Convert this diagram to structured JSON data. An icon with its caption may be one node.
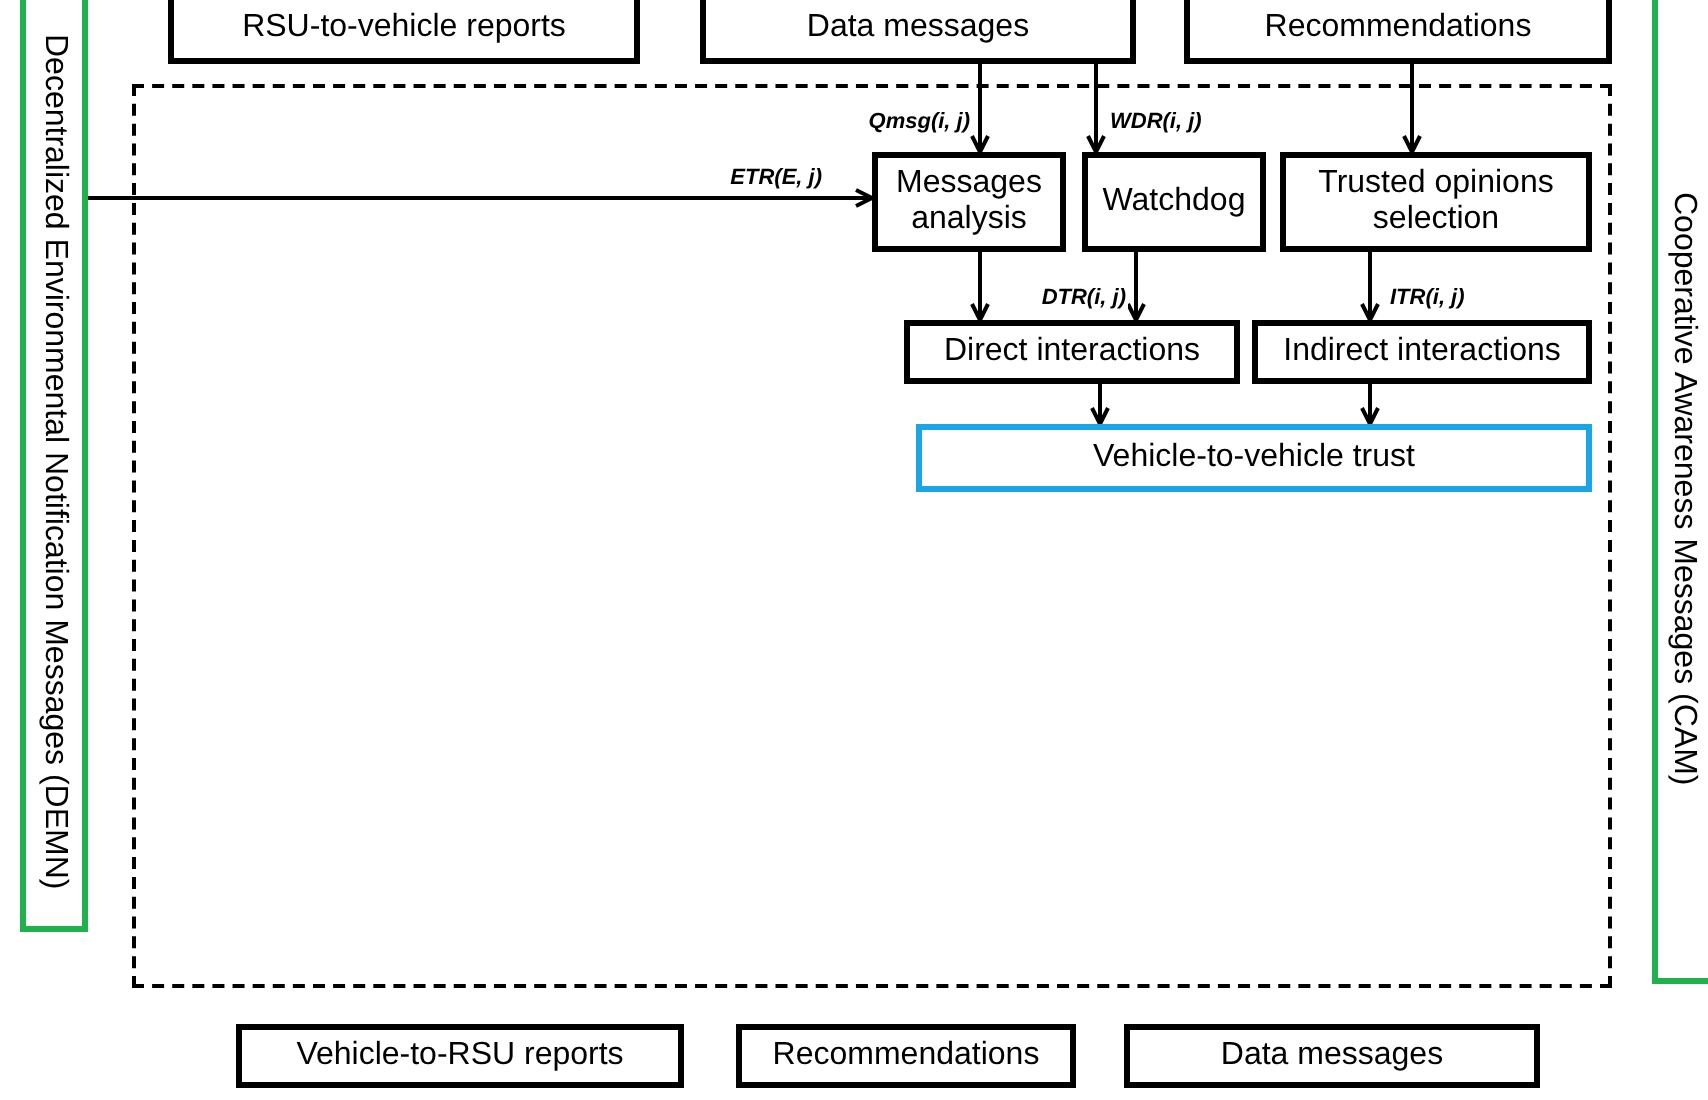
{
  "diagram": {
    "nodes": [
      {
        "text": [
          "Decentralized Environmental Notification Messages (DEMN)"
        ]
      },
      {
        "text": [
          "Cooperative Awareness Messages (CAM)"
        ]
      },
      {
        "text": [
          "RSU-to-vehicle reports"
        ]
      },
      {
        "text": [
          "Data messages"
        ]
      },
      {
        "text": [
          "Recommendations"
        ]
      },
      {
        "text": [],
        "shape": "box"
      },
      {
        "text": [
          "Messages analysis"
        ],
        "in": 5
      },
      {
        "text": [
          "Watchdog"
        ],
        "in": 5
      },
      {
        "text": [
          "Trusted opinions selection"
        ],
        "in": 5
      },
      {
        "text": [
          "Direct interactions"
        ],
        "in": 5
      },
      {
        "text": [
          "Indirect interactions"
        ],
        "in": 5
      },
      {
        "text": [
          "Vehicle-to-vehicle trust"
        ],
        "in": 5
      },
      {
        "text": [
          "Vehicle-to-RSU reports"
        ]
      },
      {
        "text": [
          "Recommendations"
        ]
      },
      {
        "text": [
          "Data messages"
        ]
      }
    ],
    "edges": [
      {
        "from": 3,
        "to": 6,
        "arrow": "to",
        "label": "Qmsg(i, j)"
      },
      {
        "from": 3,
        "to": 7,
        "arrow": "to",
        "label": "WDR(i, j)"
      },
      {
        "from": 4,
        "to": 8,
        "arrow": "to"
      },
      {
        "from": 0,
        "to": 6,
        "arrow": "to",
        "label": "ETR(E, j)"
      },
      {
        "from": 6,
        "to": 9,
        "arrow": "to"
      },
      {
        "from": 7,
        "to": 9,
        "arrow": "to",
        "label": "DTR(i, j)"
      },
      {
        "from": 8,
        "to": 10,
        "arrow": "to",
        "label": "ITR(i, j)"
      },
      {
        "from": 9,
        "to": 11,
        "arrow": "to"
      },
      {
        "from": 10,
        "to": 11,
        "arrow": "to"
      }
    ]
  }
}
